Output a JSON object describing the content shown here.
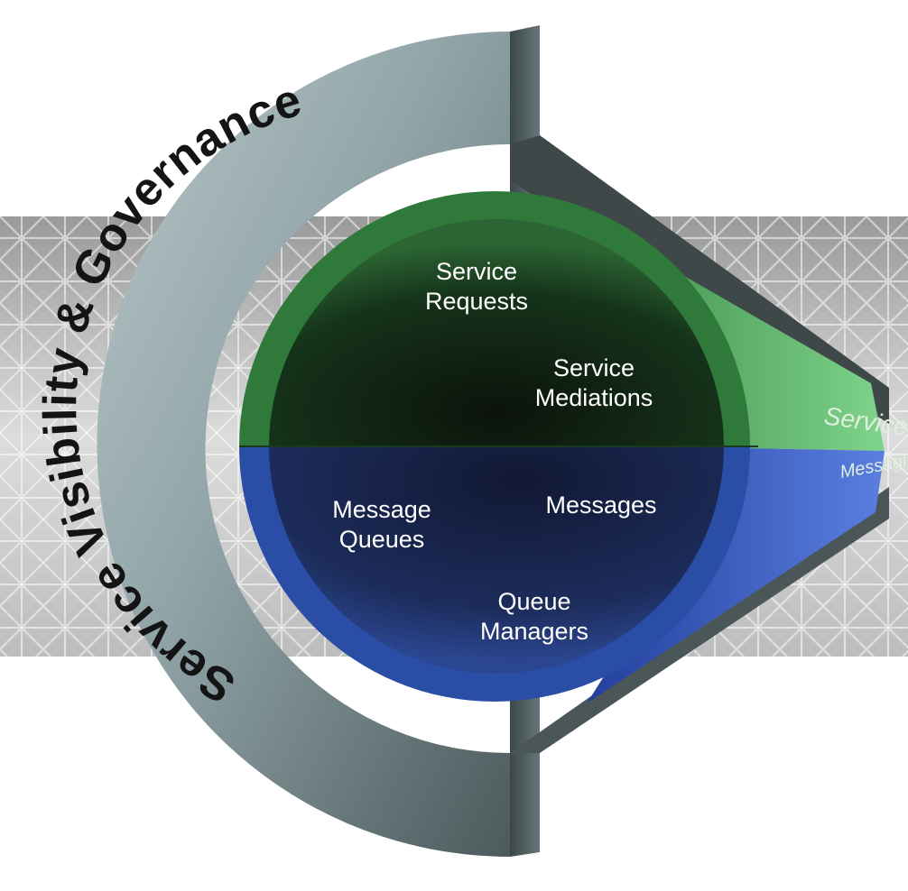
{
  "arc_title": "Service Visibility & Governance",
  "cone_labels": {
    "top": "Service Enablement",
    "bottom": "Messaging"
  },
  "top_half": {
    "items": [
      {
        "line1": "Service",
        "line2": "Requests"
      },
      {
        "line1": "Service",
        "line2": "Mediations"
      }
    ]
  },
  "bottom_half": {
    "items": [
      {
        "line1": "Message",
        "line2": "Queues"
      },
      {
        "line1": "Messages",
        "line2": ""
      },
      {
        "line1": "Queue",
        "line2": "Managers"
      }
    ]
  },
  "colors": {
    "top_half": "#0f2a12",
    "top_rim": "#2f7a3a",
    "bottom_half": "#17254f",
    "bottom_rim": "#2a4da6",
    "arc": "#6f8a8e",
    "cone_green": "#5cb866",
    "cone_blue": "#3a5fbf"
  }
}
